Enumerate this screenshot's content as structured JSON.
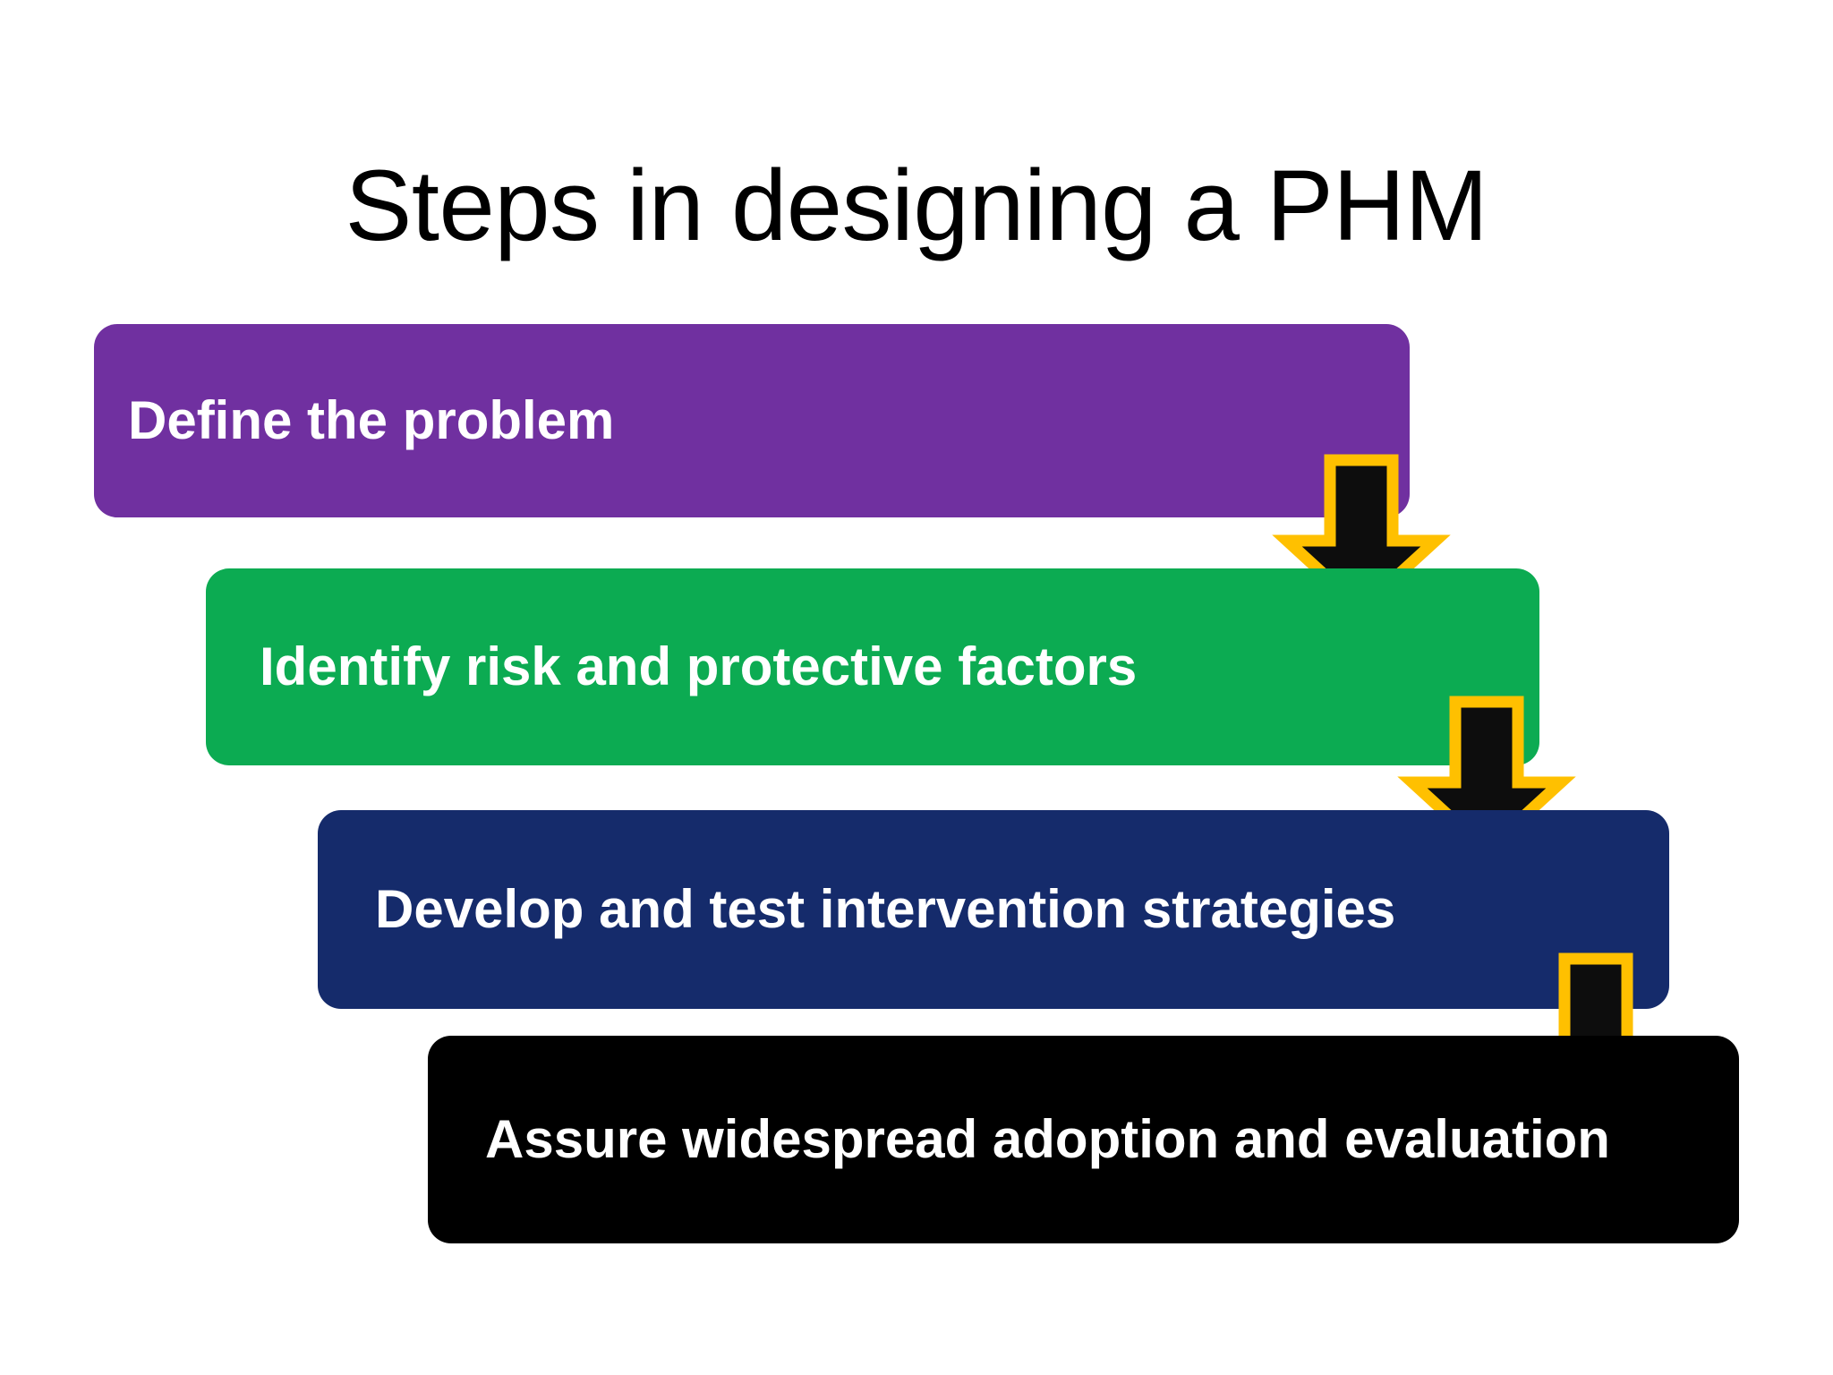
{
  "slide": {
    "title": "Steps in designing a PHM",
    "background_color": "#FFFFFF",
    "title_color": "#000000"
  },
  "steps": [
    {
      "id": "step-1",
      "order": 1,
      "label": "Define the problem",
      "fill_color": "#7030A0",
      "text_color": "#FFFFFF",
      "color_name": "purple"
    },
    {
      "id": "step-2",
      "order": 2,
      "label": "Identify risk and protective factors",
      "fill_color": "#0CAB52",
      "text_color": "#FFFFFF",
      "color_name": "green"
    },
    {
      "id": "step-3",
      "order": 3,
      "label": "Develop and test intervention strategies",
      "fill_color": "#152B6B",
      "text_color": "#FFFFFF",
      "color_name": "navy-blue"
    },
    {
      "id": "step-4",
      "order": 4,
      "label": "Assure widespread adoption and evaluation",
      "fill_color": "#000000",
      "text_color": "#FFFFFF",
      "color_name": "black"
    }
  ],
  "arrows": [
    {
      "id": "arrow-1",
      "icon": "arrow-down-icon",
      "from": "step-1",
      "to": "step-2",
      "fill_color": "#0D0D0D",
      "outline_color": "#FFC000"
    },
    {
      "id": "arrow-2",
      "icon": "arrow-down-icon",
      "from": "step-2",
      "to": "step-3",
      "fill_color": "#0D0D0D",
      "outline_color": "#FFC000"
    },
    {
      "id": "arrow-3",
      "icon": "arrow-down-icon",
      "from": "step-3",
      "to": "step-4",
      "fill_color": "#0D0D0D",
      "outline_color": "#FFC000"
    }
  ]
}
